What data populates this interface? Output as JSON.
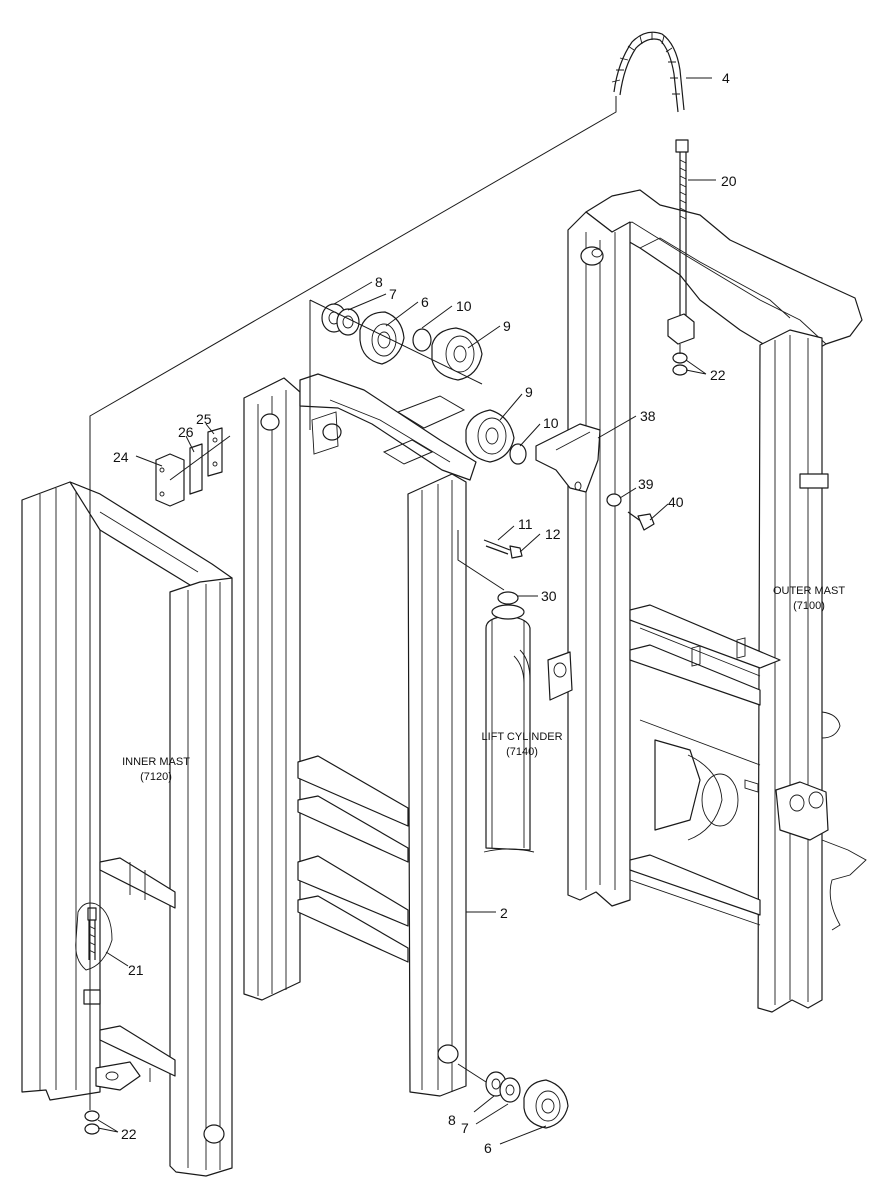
{
  "labels": {
    "p2": "2",
    "p4": "4",
    "p6_top": "6",
    "p6_bottom": "6",
    "p7_top": "7",
    "p7_bottom": "7",
    "p8_top": "8",
    "p8_bottom": "8",
    "p9_top": "9",
    "p9_mid": "9",
    "p10_top": "10",
    "p10_mid": "10",
    "p11": "11",
    "p12": "12",
    "p20": "20",
    "p21": "21",
    "p22_right": "22",
    "p22_left": "22",
    "p24": "24",
    "p25": "25",
    "p26": "26",
    "p30": "30",
    "p38": "38",
    "p39": "39",
    "p40": "40"
  },
  "captions": {
    "outer_mast_name": "OUTER MAST",
    "outer_mast_code": "(7100)",
    "inner_mast_name": "INNER MAST",
    "inner_mast_code": "(7120)",
    "lift_cylinder_name": "LIFT CYLINDER",
    "lift_cylinder_code": "(7140)"
  }
}
